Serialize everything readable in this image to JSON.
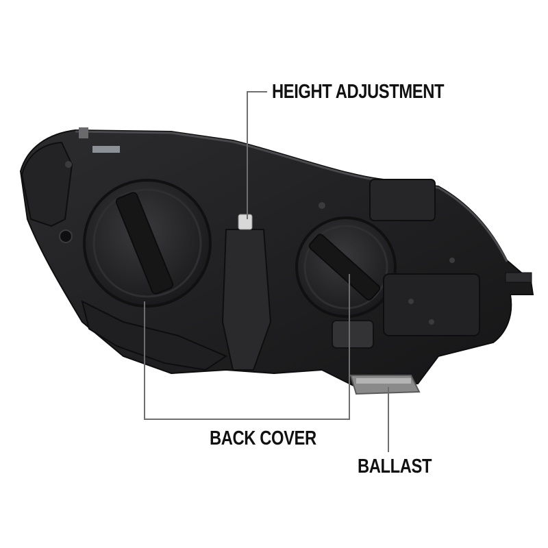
{
  "image": {
    "subject": "headlight-assembly-rear-view",
    "colors": {
      "background": "#ffffff",
      "housing": "#1c1c1e",
      "housing_mid": "#2a2a2c",
      "housing_light": "#3b3b3e",
      "callout_line": "#6e6e6e",
      "label": "#111111"
    }
  },
  "callouts": {
    "height_adjustment": "HEIGHT ADJUSTMENT",
    "back_cover": "BACK COVER",
    "ballast": "BALLAST"
  }
}
